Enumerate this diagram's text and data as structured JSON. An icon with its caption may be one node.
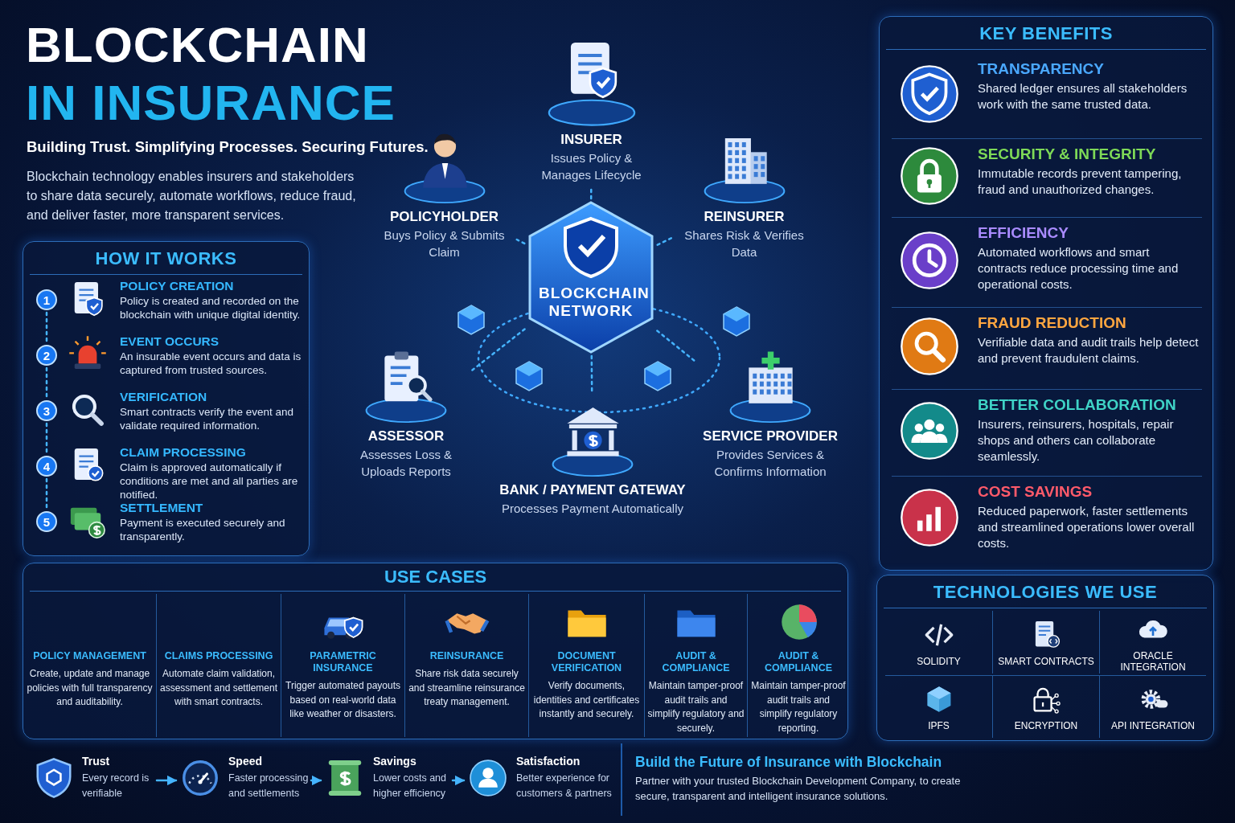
{
  "diagram": {
    "title": "BLOCKCHAIN IN INSURANCE",
    "nodes": [
      {
        "text": [
          "HOW IT WORKS"
        ]
      },
      {
        "text": [
          "1"
        ],
        "in": 0,
        "beside": [
          "POLICY CREATION",
          "Policy is created and recorded on the blockchain with unique digital identity."
        ]
      },
      {
        "text": [
          "2"
        ],
        "in": 0,
        "beside": [
          "EVENT OCCURS",
          "An insurable event occurs and data is captured from trusted sources."
        ]
      },
      {
        "text": [
          "3"
        ],
        "in": 0,
        "beside": [
          "VERIFICATION",
          "Smart contracts verify the event and validate required information."
        ]
      },
      {
        "text": [
          "4"
        ],
        "in": 0,
        "beside": [
          "CLAIM PROCESSING",
          "Claim is approved automatically if conditions are met and all parties are notified."
        ]
      },
      {
        "text": [
          "5"
        ],
        "in": 0,
        "beside": [
          "SETTLEMENT",
          "Payment is executed securely and transparently."
        ]
      },
      {
        "text": [
          "BLOCKCHAIN NETWORK"
        ]
      },
      {
        "text": [
          "INSURER",
          "Issues Policy & Manages Lifecycle"
        ]
      },
      {
        "text": [
          "POLICYHOLDER",
          "Buys Policy & Submits Claim"
        ]
      },
      {
        "text": [
          "REINSURER",
          "Shares Risk & Verifies Data"
        ]
      },
      {
        "text": [
          "ASSESSOR",
          "Assesses Loss & Uploads Reports"
        ]
      },
      {
        "text": [
          "SERVICE PROVIDER",
          "Provides Services & Confirms Information"
        ]
      },
      {
        "text": [
          "BANK / PAYMENT GATEWAY",
          "Processes Payment Automatically"
        ]
      },
      {
        "text": [
          "KEY BENEFITS"
        ]
      },
      {
        "text": [
          "TRANSPARENCY",
          "Shared ledger ensures all stakeholders work with the same trusted data."
        ],
        "in": 13
      },
      {
        "text": [
          "SECURITY & INTEGRITY",
          "Immutable records prevent tampering, fraud and unauthorized changes."
        ],
        "in": 13
      },
      {
        "text": [
          "EFFICIENCY",
          "Automated workflows and smart contracts reduce processing time and operational costs."
        ],
        "in": 13
      },
      {
        "text": [
          "FRAUD REDUCTION",
          "Verifiable data and audit trails help detect and prevent fraudulent claims."
        ],
        "in": 13
      },
      {
        "text": [
          "BETTER COLLABORATION",
          "Insurers, reinsurers, hospitals, repair shops and others can collaborate seamlessly."
        ],
        "in": 13
      },
      {
        "text": [
          "COST SAVINGS",
          "Reduced paperwork, faster settlements and streamlined operations lower overall costs."
        ],
        "in": 13
      },
      {
        "text": [
          "USE CASES"
        ]
      },
      {
        "text": [
          "POLICY MANAGEMENT",
          "Create, update and manage policies with full transparency and auditability."
        ],
        "in": 20
      },
      {
        "text": [
          "CLAIMS PROCESSING",
          "Automate claim validation, assessment and settlement with smart contracts."
        ],
        "in": 20
      },
      {
        "text": [
          "PARAMETRIC INSURANCE",
          "Trigger automated payouts based on real-world data like weather or disasters."
        ],
        "in": 20
      },
      {
        "text": [
          "REINSURANCE",
          "Share risk data securely and streamline reinsurance treaty management."
        ],
        "in": 20
      },
      {
        "text": [
          "DOCUMENT VERIFICATION",
          "Verify documents, identities and certificates instantly and securely."
        ],
        "in": 20
      },
      {
        "text": [
          "AUDIT & COMPLIANCE",
          "Maintain tamper-proof audit trails and simplify regulatory and securely."
        ],
        "in": 20
      },
      {
        "text": [
          "AUDIT & COMPLIANCE",
          "Maintain tamper-proof audit trails and simplify regulatory reporting."
        ],
        "in": 20
      },
      {
        "text": [
          "TECHNOLOGIES WE USE"
        ]
      },
      {
        "text": [
          "SOLIDITY"
        ],
        "in": 28
      },
      {
        "text": [
          "SMART CONTRACTS"
        ],
        "in": 28
      },
      {
        "text": [
          "ORACLE INTEGRATION"
        ],
        "in": 28
      },
      {
        "text": [
          "IPFS"
        ],
        "in": 28
      },
      {
        "text": [
          "ENCRYPTION"
        ],
        "in": 28
      },
      {
        "text": [
          "API INTEGRATION"
        ],
        "in": 28
      },
      {
        "text": [
          "Trust",
          "Every record is verifiable"
        ]
      },
      {
        "text": [
          "Speed",
          "Faster processing and settlements"
        ]
      },
      {
        "text": [
          "Savings",
          "Lower costs and higher efficiency"
        ]
      },
      {
        "text": [
          "Satisfaction",
          "Better experience for customers & partners"
        ]
      }
    ],
    "edges": [
      {
        "from": 1,
        "to": 2,
        "arrow": "none",
        "style": "dashed"
      },
      {
        "from": 2,
        "to": 3,
        "arrow": "none",
        "style": "dashed"
      },
      {
        "from": 3,
        "to": 4,
        "arrow": "none",
        "style": "dashed"
      },
      {
        "from": 4,
        "to": 5,
        "arrow": "none",
        "style": "dashed"
      },
      {
        "from": 6,
        "to": 7,
        "arrow": "none",
        "style": "dashed"
      },
      {
        "from": 6,
        "to": 8,
        "arrow": "none",
        "style": "dashed"
      },
      {
        "from": 6,
        "to": 9,
        "arrow": "none",
        "style": "dashed"
      },
      {
        "from": 6,
        "to": 10,
        "arrow": "none",
        "style": "dashed"
      },
      {
        "from": 6,
        "to": 11,
        "arrow": "none",
        "style": "dashed"
      },
      {
        "from": 6,
        "to": 12,
        "arrow": "none",
        "style": "dashed"
      },
      {
        "from": 35,
        "to": 36,
        "arrow": "to"
      },
      {
        "from": 36,
        "to": 37,
        "arrow": "to"
      },
      {
        "from": 37,
        "to": 38,
        "arrow": "to"
      }
    ],
    "labels": [
      "Building Trust. Simplifying Processes. Securing Futures.",
      "Blockchain technology enables insurers and stakeholders to share data securely, automate workflows, reduce fraud, and deliver faster, more transparent services.",
      "Build the Future of Insurance with Blockchain",
      "Partner with your trusted Blockchain Development Company, to create secure, transparent and intelligent insurance solutions."
    ]
  }
}
